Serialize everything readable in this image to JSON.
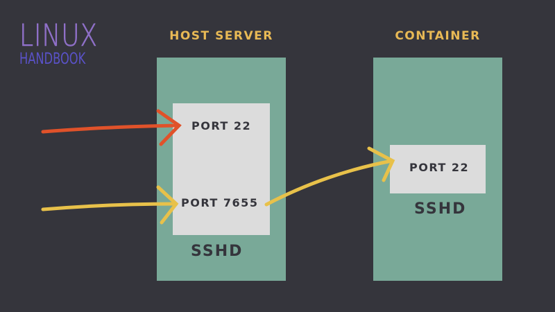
{
  "logo": {
    "line1": "LINUX",
    "line2": "HANDBOOK"
  },
  "host": {
    "title": "HOST SERVER",
    "port_a": "PORT 22",
    "port_b": "PORT 7655",
    "service": "SSHD"
  },
  "container": {
    "title": "CONTAINER",
    "port": "PORT 22",
    "service": "SSHD"
  },
  "colors": {
    "background": "#35353c",
    "panel": "#79a998",
    "port_box": "#dcdcdc",
    "title": "#e8b955",
    "arrow_red": "#e0522a",
    "arrow_yellow": "#e8c14a"
  }
}
